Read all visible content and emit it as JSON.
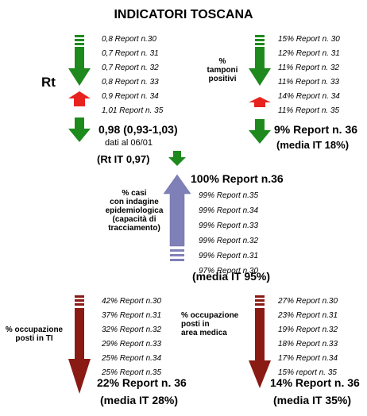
{
  "title": "INDICATORI TOSCANA",
  "rt": {
    "label": "Rt",
    "reports": [
      "0,8 Report n.30",
      "0,7 Report n. 31",
      "0,7 Report n. 32",
      "0,8 Report n. 33",
      "0,9 Report n. 34",
      "1,01 Report n. 35"
    ],
    "current": "0,98 (0,93-1,03)",
    "date_note": "dati al 06/01",
    "italy": "(Rt IT 0,97)"
  },
  "tamponi": {
    "label_line1": "%",
    "label_line2": "tamponi",
    "label_line3": "positivi",
    "reports": [
      "15% Report n. 30",
      "12% Report n. 31",
      "11% Report n. 32",
      "11% Report n. 33",
      "14% Report n. 34",
      "11% Report n. 35"
    ],
    "current": "9% Report n. 36",
    "italy": "(media IT 18%)"
  },
  "tracciamento": {
    "label_lines": [
      "% casi",
      "con indagine",
      "epidemiologica",
      "(capacità di",
      "tracciamento)"
    ],
    "current": "100% Report n.36",
    "reports": [
      "99% Report n.35",
      "99% Report n.34",
      "99% Report n.33",
      "99% Report n.32",
      "99% Report n.31",
      "97% Report n.30"
    ],
    "italy": "(media IT 95%)"
  },
  "ti": {
    "label_lines": [
      "% occupazione",
      "posti in TI"
    ],
    "reports": [
      "42% Report n.30",
      "37% Report n.31",
      "32% Report n.32",
      "29% Report n.33",
      "25% Report n.34",
      "25% Report n.35"
    ],
    "current": "22% Report n. 36",
    "italy": "(media IT 28%)"
  },
  "area_medica": {
    "label_lines": [
      "% occupazione",
      "posti in",
      "area medica"
    ],
    "reports": [
      "27% Report n.30",
      "23% Report n.31",
      "19% Report n.32",
      "18% Report n.33",
      "17% Report n.34",
      "15% report n. 35"
    ],
    "current": "14% Report n. 36",
    "italy": "(media IT 35%)"
  },
  "colors": {
    "green": "#1e8a1e",
    "red": "#e8231e",
    "purple": "#8080b8",
    "darkred": "#8a1a14"
  }
}
